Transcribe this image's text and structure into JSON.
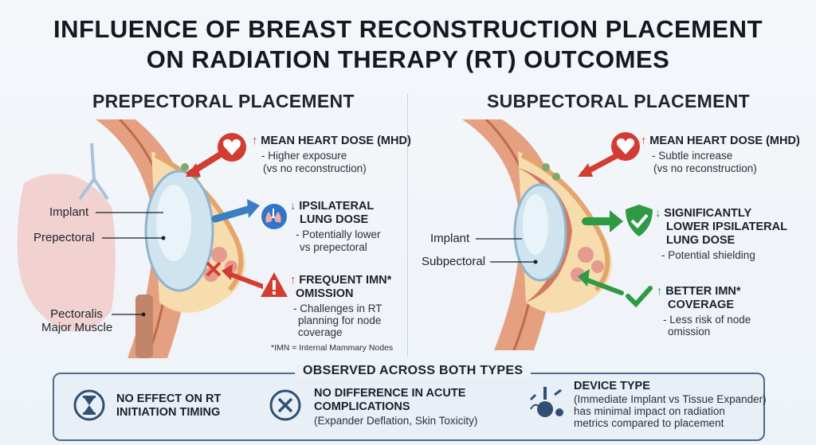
{
  "title": {
    "line1": "INFLUENCE OF BREAST RECONSTRUCTION PLACEMENT",
    "line2": "ON RADIATION THERAPY (RT) OUTCOMES"
  },
  "left": {
    "heading": "PREPECTORAL PLACEMENT",
    "labels": {
      "implant": "Implant",
      "prepectoral": "Prepectoral",
      "muscle1": "Pectoralis",
      "muscle2": "Major Muscle"
    },
    "items": [
      {
        "arrow": "↑",
        "title": "MEAN HEART DOSE (MHD)",
        "sub1": "- Higher exposure",
        "sub2": "(vs no reconstruction)",
        "icon": "heart-icon"
      },
      {
        "arrow": "↓",
        "title1": "IPSILATERAL",
        "title2": "LUNG DOSE",
        "sub1": "- Potentially lower",
        "sub2": "vs prepectoral",
        "icon": "lungs-icon"
      },
      {
        "arrow": "↑",
        "title1": "FREQUENT IMN*",
        "title2": "OMISSION",
        "sub1": "- Challenges in RT",
        "sub2": "planning for node",
        "sub3": "coverage",
        "icon": "warning-icon"
      }
    ],
    "footnote": "*IMN = Internal Mammary Nodes"
  },
  "right": {
    "heading": "SUBPECTORAL PLACEMENT",
    "labels": {
      "implant": "Implant",
      "subpectoral": "Subpectoral"
    },
    "items": [
      {
        "arrow": "↑",
        "title": "MEAN HEART DOSE (MHD)",
        "sub1": "- Subtle increase",
        "sub2": "(vs no reconstruction)",
        "icon": "heart-icon"
      },
      {
        "arrow": "↓",
        "title1": "SIGNIFICANTLY",
        "title2": "LOWER IPSILATERAL",
        "title3": "LUNG DOSE",
        "sub1": "- Potential shielding",
        "icon": "shield-check-icon"
      },
      {
        "arrow": "↑",
        "title1": "BETTER IMN*",
        "title2": "COVERAGE",
        "sub1": "- Less risk of node",
        "sub2": "omission",
        "icon": "checkmark-icon"
      }
    ]
  },
  "bottom": {
    "heading": "OBSERVED ACROSS BOTH TYPES",
    "items": [
      {
        "title1": "NO EFFECT ON RT",
        "title2": "INITIATION TIMING",
        "icon": "hourglass-icon"
      },
      {
        "title1": "NO DIFFERENCE IN ACUTE",
        "title2": "COMPLICATIONS",
        "sub1": "(Expander Deflation, Skin Toxicity)",
        "icon": "x-circle-icon"
      },
      {
        "title1": "DEVICE TYPE",
        "sub1": "(Immediate Implant vs Tissue Expander)",
        "sub2": "has minimal impact on radiation",
        "sub3": "metrics compared to placement",
        "icon": "device-icon"
      }
    ]
  },
  "colors": {
    "red": "#d23c33",
    "blue": "#2f77c6",
    "green": "#2e9a43",
    "navy": "#2f4f74"
  }
}
